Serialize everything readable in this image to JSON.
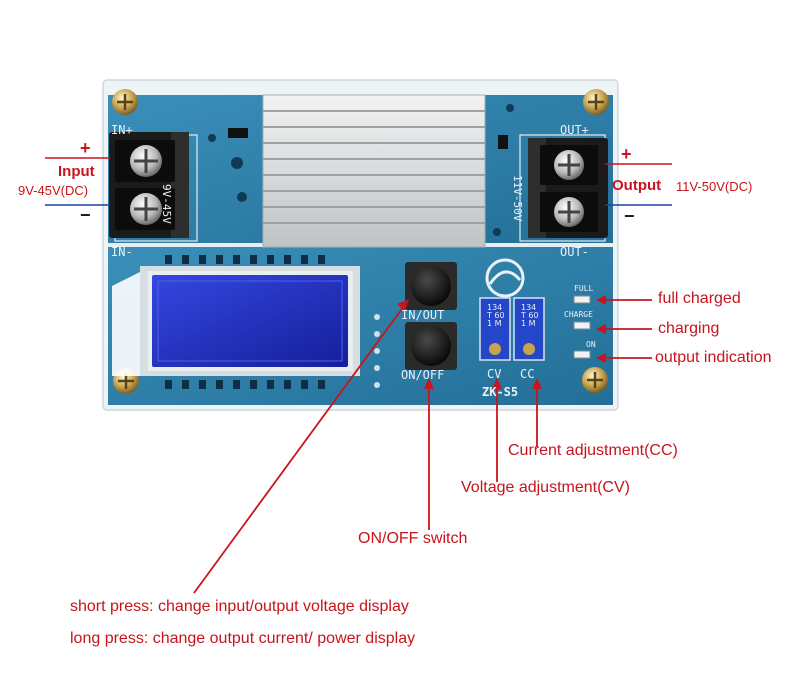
{
  "board": {
    "in_plus": "IN+",
    "in_minus": "IN-",
    "out_plus": "OUT+",
    "out_minus": "OUT-",
    "in_range_silk": "9V-45V",
    "out_range_silk": "11V-50V",
    "btn_inout": "IN/OUT",
    "btn_onoff": "ON/OFF",
    "led_full": "FULL",
    "led_charge": "CHARGE",
    "led_on": "ON",
    "pot_cv": "CV",
    "pot_cc": "CC",
    "model": "ZK-S5",
    "pot_text": "134 T 601 M"
  },
  "labels": {
    "input_plus": "+",
    "input_minus": "−",
    "input_title": "Input",
    "input_range": "9V-45V(DC)",
    "output_plus": "+",
    "output_minus": "−",
    "output_title": "Output",
    "output_range": "11V-50V(DC)",
    "full_charged": "full charged",
    "charging": "charging",
    "output_indication": "output indication",
    "current_adjustment": "Current adjustment(CC)",
    "voltage_adjustment": "Voltage adjustment(CV)",
    "onoff_switch": "ON/OFF switch",
    "short_press": "short press: change input/output voltage display",
    "long_press": "long press: change output current/ power display"
  },
  "colors": {
    "annotation": "#c8141c",
    "plus_line": "#c8141c",
    "minus_line": "#1a3fa8",
    "pcb": "#2f7fa8",
    "lcd": "#1c2bc8"
  }
}
